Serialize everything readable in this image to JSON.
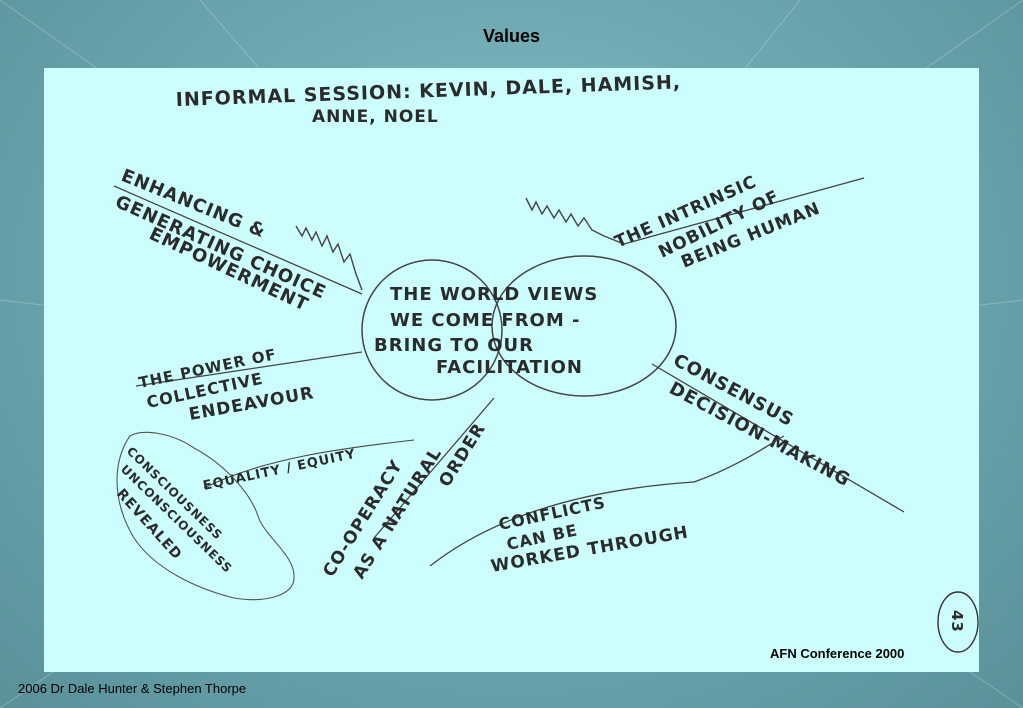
{
  "slide": {
    "title": "Values",
    "footer": "2006 Dr Dale Hunter & Stephen Thorpe",
    "caption": "AFN Conference 2000"
  },
  "sketch": {
    "header_line1": "INFORMAL SESSION: KEVIN, DALE, HAMISH,",
    "header_line2": "ANNE, NOEL",
    "center_line1": "THE WORLD VIEWS",
    "center_line2": "WE COME FROM -",
    "center_line3": "BRING TO OUR",
    "center_line4": "FACILITATION",
    "branch_empower_1": "ENHANCING &",
    "branch_empower_2": "GENERATING CHOICE",
    "branch_empower_3": "EMPOWERMENT",
    "branch_collective_1": "THE POWER OF",
    "branch_collective_2": "COLLECTIVE",
    "branch_collective_3": "ENDEAVOUR",
    "branch_nobility_1": "THE INTRINSIC",
    "branch_nobility_2": "NOBILITY OF",
    "branch_nobility_3": "BEING HUMAN",
    "branch_consensus_1": "CONSENSUS",
    "branch_consensus_2": "DECISION-MAKING",
    "branch_conflicts_1": "CONFLICTS",
    "branch_conflicts_2": "CAN BE",
    "branch_conflicts_3": "WORKED THROUGH",
    "branch_cooperacy_1": "CO-OPERACY",
    "branch_cooperacy_2": "AS A NATURAL",
    "branch_cooperacy_3": "ORDER",
    "branch_equality": "EQUALITY / EQUITY",
    "branch_conscious_1": "CONSCIOUSNESS",
    "branch_conscious_2": "UNCONSCIOUSNESS",
    "branch_conscious_3": "REVEALED",
    "page_number": "43"
  }
}
